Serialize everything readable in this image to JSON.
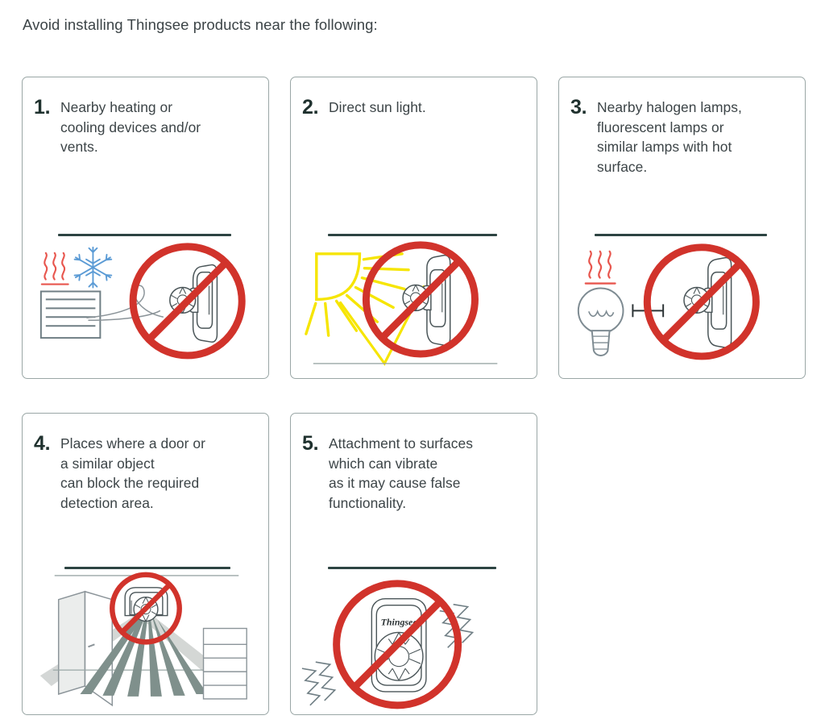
{
  "intro": "Avoid installing Thingsee products near the following:",
  "colors": {
    "number": "#1f312e",
    "body_text": "#3c4447",
    "card_border": "#9aa7a6",
    "divider": "#2d4442",
    "prohibition_red": "#d1332b",
    "heat_red": "#e8564e",
    "snow_blue": "#5b9bd5",
    "sun_yellow": "#f6e500",
    "device_outline": "#4a5558",
    "beam_green": "#7f908c",
    "beam_gray": "#c6cac8",
    "background": "#ffffff"
  },
  "cards": [
    {
      "number": "1.",
      "text": "Nearby heating or\ncooling devices and/or\nvents.",
      "icon": "radiator-heat-cool-prohibited-icon",
      "icon_elements": [
        "heat-waves",
        "snowflake",
        "radiator",
        "airflow",
        "sensor-device",
        "prohibition-sign"
      ]
    },
    {
      "number": "2.",
      "text": "Direct sun light.",
      "icon": "direct-sunlight-prohibited-icon",
      "icon_elements": [
        "sun",
        "sun-rays",
        "light-beam",
        "floor-line",
        "sensor-device",
        "prohibition-sign"
      ]
    },
    {
      "number": "3.",
      "text": "Nearby halogen lamps,\nfluorescent lamps or\nsimilar lamps with hot\nsurface.",
      "icon": "hot-lamp-prohibited-icon",
      "icon_elements": [
        "heat-waves",
        "light-bulb",
        "distance-marker",
        "sensor-device",
        "prohibition-sign"
      ]
    },
    {
      "number": "4.",
      "text": "Places where a door or\na similar object\ncan block the required\ndetection area.",
      "icon": "blocked-detection-area-prohibited-icon",
      "icon_elements": [
        "ceiling-line",
        "door",
        "cabinet",
        "detection-beams",
        "sensor-device",
        "prohibition-sign"
      ]
    },
    {
      "number": "5.",
      "text": "Attachment to surfaces\nwhich can vibrate\nas it may cause false\nfunctionality.",
      "icon": "vibrating-surface-prohibited-icon",
      "icon_elements": [
        "vibration-lines",
        "sensor-device-front",
        "thingsee-logo",
        "prohibition-sign"
      ],
      "device_logo": "Thingsee"
    }
  ]
}
